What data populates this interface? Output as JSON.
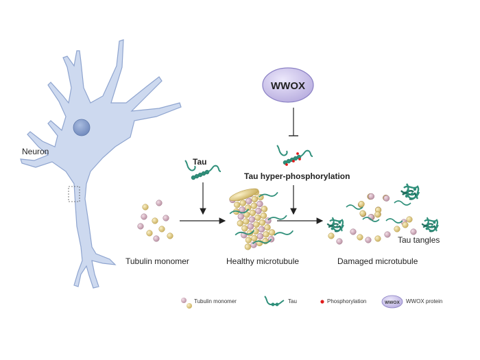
{
  "labels": {
    "neuron": "Neuron",
    "tau": "Tau",
    "wwox": "WWOX",
    "tau_hyper": "Tau hyper-phosphorylation",
    "tubulin_monomer": "Tubulin monomer",
    "healthy_microtubule": "Healthy microtubule",
    "damaged_microtubule": "Damaged microtubule",
    "tau_tangles": "Tau tangles"
  },
  "legend": {
    "tubulin_monomer": "Tubulin monomer",
    "tau": "Tau",
    "phosphorylation": "Phosphorylation",
    "wwox_icon": "WWOX",
    "wwox_protein": "WWOX protein"
  },
  "colors": {
    "neuron_fill": "#cdd9ef",
    "neuron_stroke": "#8ea4cf",
    "nucleus": "#7f98c6",
    "tubulin_tan": "#e3cf8c",
    "tubulin_pink": "#d9b4c4",
    "tau_teal": "#2f8f7a",
    "tau_dark": "#1f6f5e",
    "phospho_red": "#e01b1b",
    "wwox_fill": "#c8c0ea",
    "wwox_stroke": "#8a80c4",
    "arrow": "#222222"
  }
}
